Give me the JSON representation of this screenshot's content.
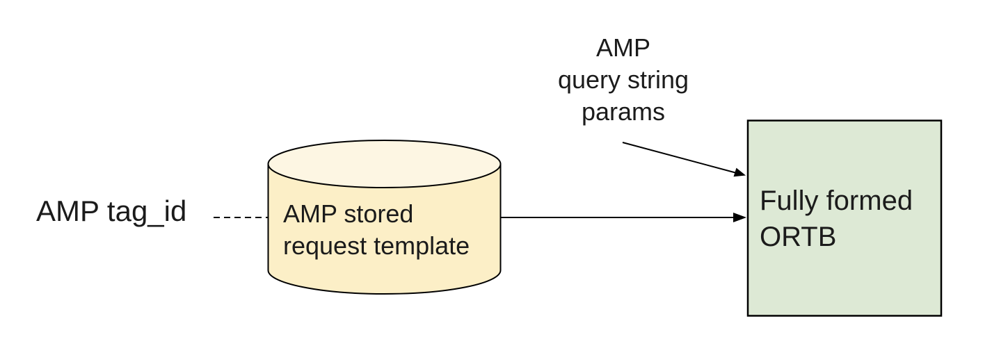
{
  "colors": {
    "background": "#ffffff",
    "cylinder_body": "#fcefc7",
    "cylinder_top": "#fdf6e3",
    "box_fill": "#dde9d5",
    "stroke": "#000000",
    "text": "#1b1b1b"
  },
  "labels": {
    "tag_id": "AMP tag_id",
    "cylinder": "AMP stored\nrequest template",
    "query_params": "AMP\nquery string\nparams",
    "ortb": "Fully formed\nORTB"
  }
}
